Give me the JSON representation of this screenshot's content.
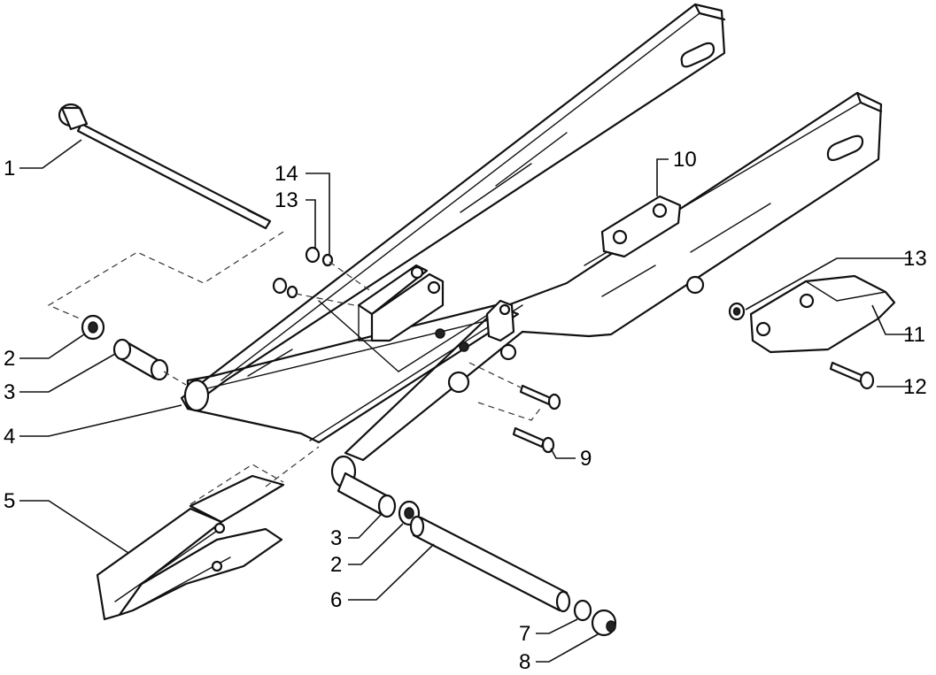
{
  "callouts": [
    {
      "id": "c1",
      "label": "1"
    },
    {
      "id": "c14",
      "label": "14"
    },
    {
      "id": "c13a",
      "label": "13"
    },
    {
      "id": "c10",
      "label": "10"
    },
    {
      "id": "c13b",
      "label": "13"
    },
    {
      "id": "c11",
      "label": "11"
    },
    {
      "id": "c12",
      "label": "12"
    },
    {
      "id": "c2a",
      "label": "2"
    },
    {
      "id": "c3a",
      "label": "3"
    },
    {
      "id": "c4",
      "label": "4"
    },
    {
      "id": "c9",
      "label": "9"
    },
    {
      "id": "c5",
      "label": "5"
    },
    {
      "id": "c3b",
      "label": "3"
    },
    {
      "id": "c2b",
      "label": "2"
    },
    {
      "id": "c6",
      "label": "6"
    },
    {
      "id": "c7",
      "label": "7"
    },
    {
      "id": "c8",
      "label": "8"
    }
  ]
}
